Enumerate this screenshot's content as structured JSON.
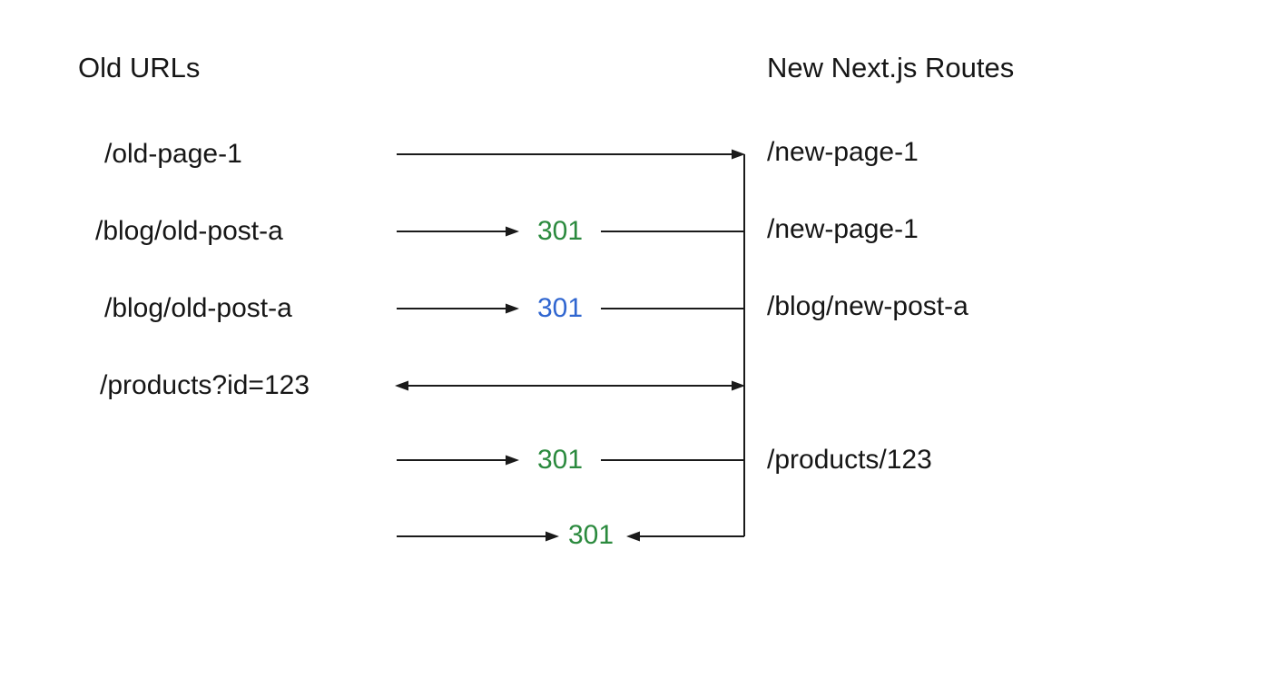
{
  "headers": {
    "left": "Old URLs",
    "right": "New Next.js Routes"
  },
  "rows": [
    {
      "old": "/old-page-1"
    },
    {
      "old": "/blog/old-post-a",
      "new2": "/new-page-1",
      "status": "301",
      "status_color": "#2b8a3e"
    },
    {
      "old": "/blog/old-post-a",
      "new2": "/blog/new-post-a",
      "status": "301",
      "status_color": "#3066d0"
    },
    {
      "old": "/products?id=123"
    },
    {
      "new2": "/products/123",
      "status": "301",
      "status_color": "#2b8a3e"
    },
    {
      "status": "301",
      "status_color": "#2b8a3e"
    }
  ],
  "row1_new": "/new-page-1",
  "colors": {
    "line": "#1a1a1a",
    "text": "#161616",
    "green_301": "#2b8a3e",
    "blue_301": "#3066d0"
  }
}
